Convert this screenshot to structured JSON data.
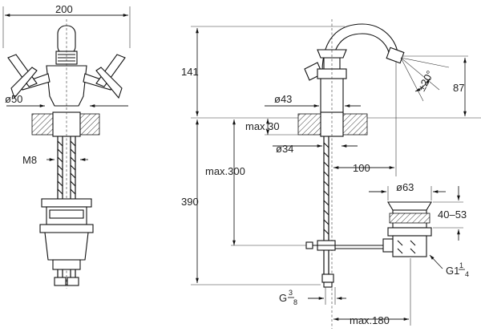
{
  "dimensions": {
    "top_width": "200",
    "diameter_50": "ø50",
    "thread_m8": "M8",
    "height_141": "141",
    "height_390": "390",
    "max_300": "max.300",
    "diameter_43": "ø43",
    "max_30": "max.30",
    "diameter_34": "ø34",
    "reach_100": "100",
    "height_87": "87",
    "angle_20": "±20°",
    "diameter_63": "ø63",
    "range_40_53": "40–53",
    "thread_g1_4_prefix": "G1",
    "thread_g1_4_num": "1",
    "thread_g1_4_den": "4",
    "thread_g3_8_prefix": "G",
    "thread_g3_8_num": "3",
    "thread_g3_8_den": "8",
    "max_180": "max.180"
  }
}
